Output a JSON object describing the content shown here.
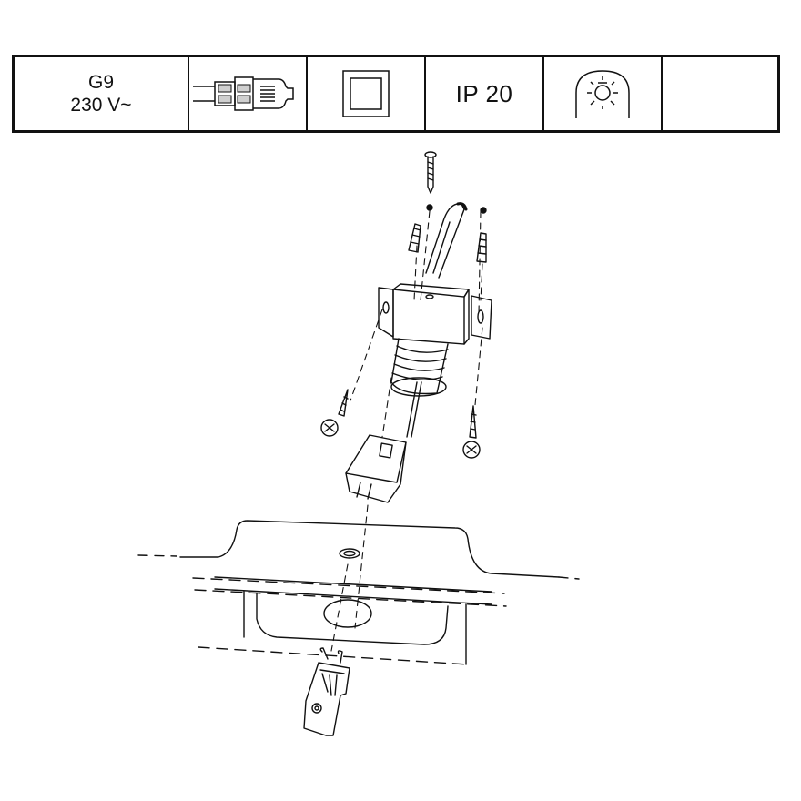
{
  "spec_table": {
    "socket_type": "G9",
    "voltage": "230 V~",
    "ip_rating": "IP 20"
  },
  "icons": {
    "bulb": "g9-bulb-icon",
    "class": "protection-class-ii-icon",
    "lamp": "lamp-glow-icon"
  },
  "colors": {
    "line": "#111111",
    "accent_fill": "#cfcfcf",
    "background": "#ffffff"
  }
}
